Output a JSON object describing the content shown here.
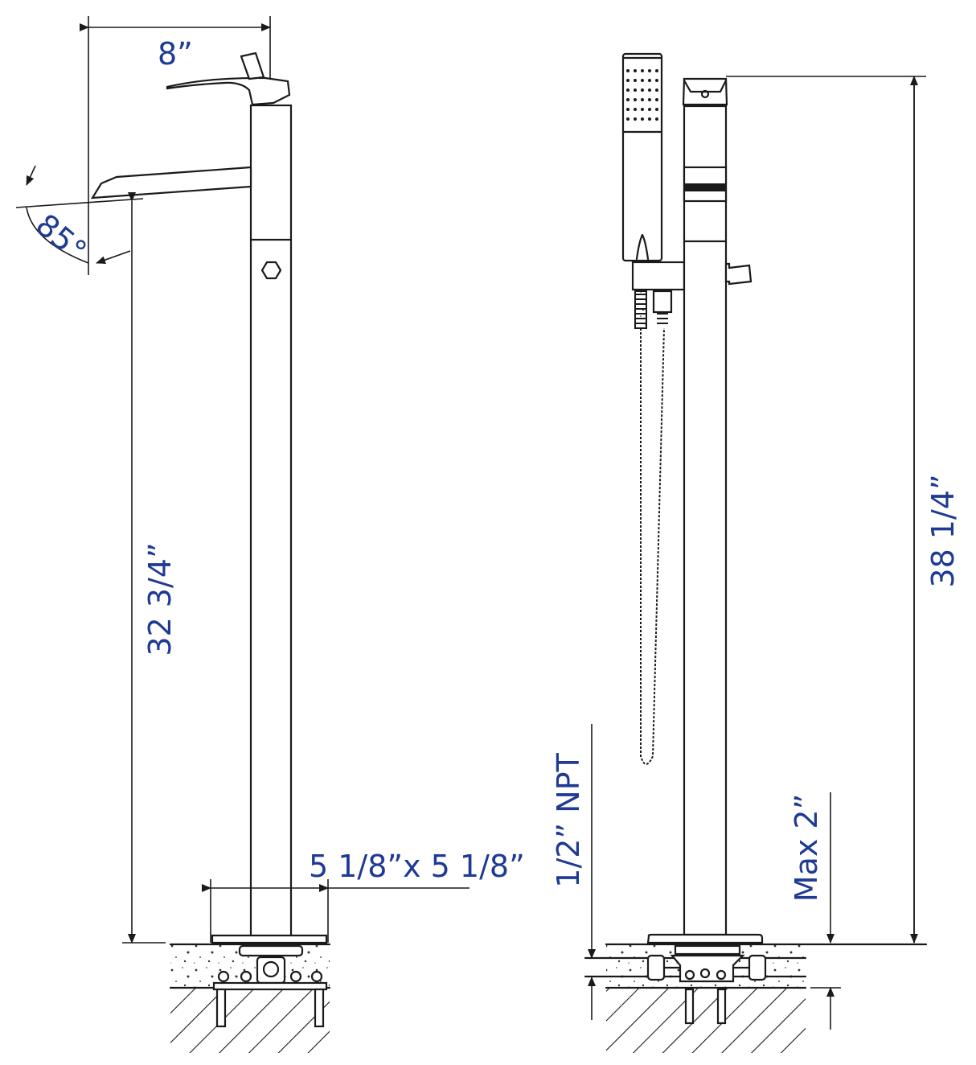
{
  "title": "Freestanding tub faucet dimensional drawing",
  "colors": {
    "dimension_text": "#1f3a93",
    "line": "#1a1a1a",
    "background": "#ffffff"
  },
  "left_view": {
    "spout_reach": "8”",
    "spout_angle": "85°",
    "spout_height": "32 3/4”",
    "base_size": "5 1/8”x 5 1/8”"
  },
  "right_view": {
    "overall_height": "38 1/4”",
    "supply_connection": "1/2” NPT",
    "floor_thickness": "Max 2”"
  }
}
